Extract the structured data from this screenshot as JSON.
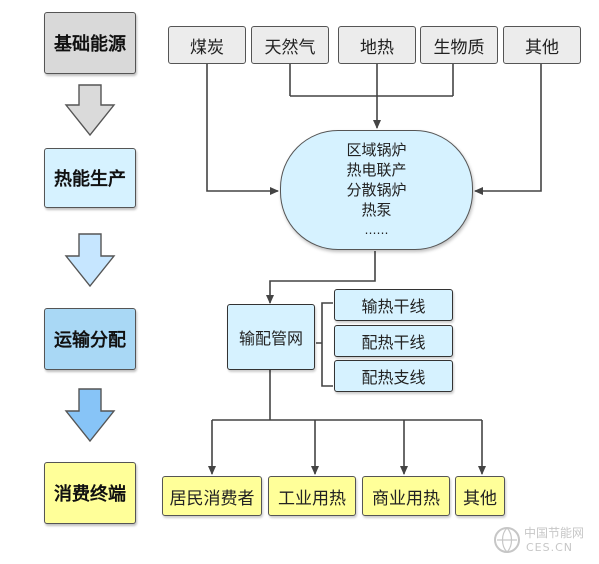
{
  "stages": [
    "基础能源",
    "热能生产",
    "运输分配",
    "消费终端"
  ],
  "sources": [
    "煤炭",
    "天然气",
    "地热",
    "生物质",
    "其他"
  ],
  "production": [
    "区域锅炉",
    "热电联产",
    "分散锅炉",
    "热泵",
    "……"
  ],
  "network": {
    "label": "输配管网",
    "lines": [
      "输热干线",
      "配热干线",
      "配热支线"
    ]
  },
  "consumers": [
    "居民消费者",
    "工业用热",
    "商业用热",
    "其他"
  ],
  "colors": {
    "stage1": "#d9d9d9",
    "stage2": "#d6f2ff",
    "stage3": "#a9d8f5",
    "stage4": "#ffff99",
    "down_arrow1": "#dadada",
    "down_arrow2": "#c6e6ff",
    "down_arrow3": "#87c4f7"
  },
  "watermark": {
    "line1": "中国节能网",
    "line2": "CES.CN"
  }
}
